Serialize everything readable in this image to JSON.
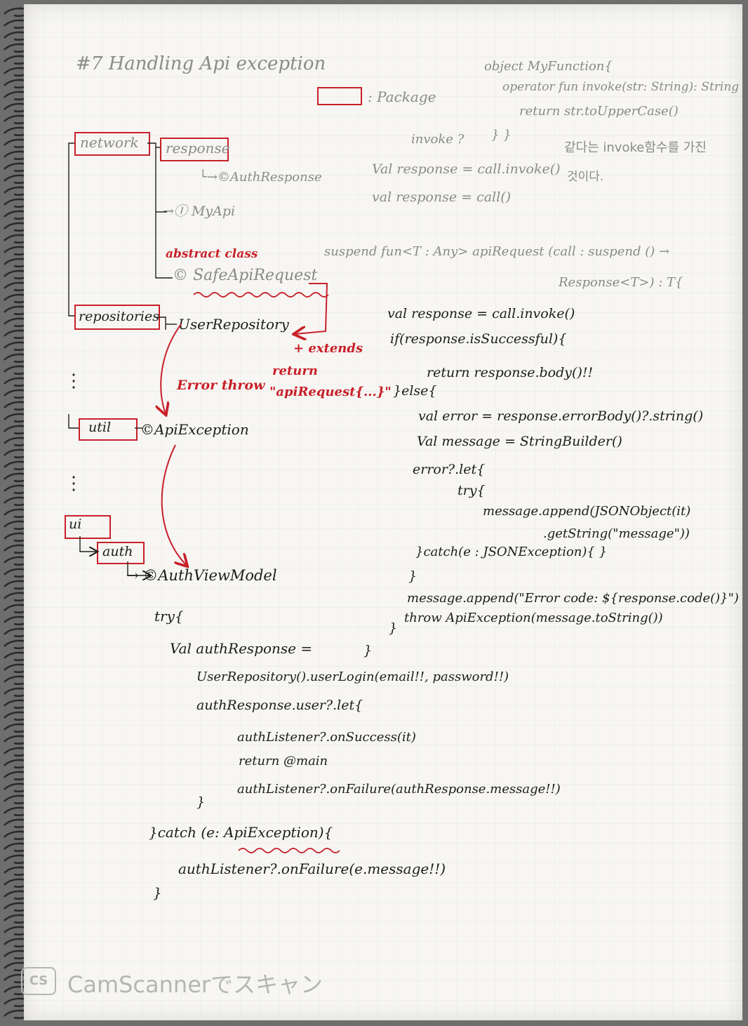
{
  "title": "#7 Handling Api exception",
  "legend": {
    "package_label": ": Package"
  },
  "kotlin_note": {
    "line1": "object MyFunction{",
    "line2": "operator fun invoke(str: String): String",
    "line3": "return str.toUpperCase()",
    "line4": "invoke ?",
    "line5": "} }",
    "line6": "Val response = call.invoke()",
    "line7": "val response = call()",
    "korean1": "같다는 invoke함수를 가진",
    "korean2": "것이다."
  },
  "tree": {
    "network": "network",
    "response": "response",
    "auth_response": "└→©AuthResponse",
    "myapi": "→Ⓘ MyApi",
    "abstract_class": "abstract class",
    "safe_api_request": "© SafeApiRequest",
    "repositories": "repositories",
    "user_repository": "UserRepository",
    "extends": "+ extends",
    "return_label": "return",
    "return_value": "\"apiRequest{...}\"",
    "error_throw": "Error throw",
    "util": "util",
    "api_exception": "©ApiException",
    "ui": "ui",
    "auth": "auth",
    "auth_viewmodel": "→ ©AuthViewModel",
    "dots": "⋮"
  },
  "api_request_code": [
    "suspend fun<T : Any> apiRequest (call : suspend () →",
    "Response<T>) : T{",
    "val response = call.invoke()",
    "if(response.isSuccessful){",
    "return response.body()!!",
    "}else{",
    "val error = response.errorBody()?.string()",
    "Val message = StringBuilder()",
    "error?.let{",
    "try{",
    "message.append(JSONObject(it)",
    ".getString(\"message\"))",
    "}catch(e : JSONException){ }",
    "}",
    "message.append(\"Error code: ${response.code()}\")",
    "throw ApiException(message.toString())",
    "}",
    "}"
  ],
  "viewmodel_code": [
    "try{",
    "Val authResponse =",
    "UserRepository().userLogin(email!!, password!!)",
    "authResponse.user?.let{",
    "authListener?.onSuccess(it)",
    "return @main",
    "authListener?.onFailure(authResponse.message!!)",
    "}",
    "}catch (e: ApiException){",
    "authListener?.onFailure(e.message!!)",
    "}"
  ],
  "watermark": {
    "icon_text": "CS",
    "text": "CamScannerでスキャン"
  },
  "colors": {
    "ink": "#1d1d1f",
    "pencil": "#8a8a8a",
    "red": "#c8202a",
    "paper": "#f7f6f2"
  }
}
